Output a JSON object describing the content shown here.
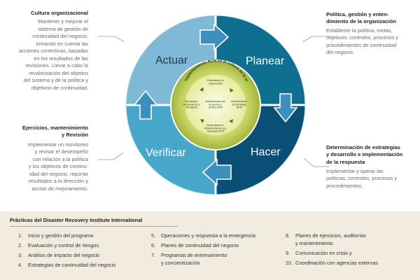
{
  "left_blocks": [
    {
      "title": "Cultura organizacional",
      "lines": [
        "Mantener y mejorar el",
        "sistema de gestión de",
        "continuidad del negocio,",
        "tomando en cuenta las",
        "acciones correctivas, basadas",
        "en los resultados de las",
        "revisiones. Llevar a cabo la",
        "revalorización del objetivo",
        "del sistema y de la política y",
        "objetivos de continuidad."
      ]
    },
    {
      "title_lines": [
        "Ejercicios, mantenimiento",
        "y Revisión"
      ],
      "lines": [
        "Implementar un monitoreo",
        "y revisar el desempeño",
        "con relación a la política",
        "y los objetivos de continu-",
        "idad del negocio, reportar",
        "resultados a la dirección y",
        "acción de mejoramiento."
      ]
    }
  ],
  "right_blocks": [
    {
      "title_lines": [
        "Política, gestión y enten-",
        "dimiento de la organización"
      ],
      "lines": [
        "Establecer la política, metas,",
        "objetivos, controles, procesos y",
        "procedimientos de continuidad",
        "del negocio."
      ]
    },
    {
      "title_lines": [
        "Determinación de estrategias",
        "y desarrollo e implementación",
        "de la respuesta"
      ],
      "lines": [
        "Implementar y operar las",
        "políticas, controles, procesos y",
        "procedimientos."
      ]
    }
  ],
  "cycle": {
    "quadrants": [
      "Actuar",
      "Planear",
      "Hacer",
      "Verificar"
    ],
    "inner_arc_text": "Implementando BCM en la cultura de la organización",
    "inner_labels": {
      "top": [
        "Entendiendo la",
        "organización"
      ],
      "left": [
        "Ejercitando,",
        "Manteniendo y",
        "Revisando"
      ],
      "center": [
        "Administrando del",
        "programa y",
        "política BCM"
      ],
      "right": [
        "Determinando",
        "la estrategia",
        "BCM"
      ],
      "bottom": [
        "Desarrollando e",
        "implementando una",
        "respuesta BCM"
      ]
    },
    "colors": {
      "actuar": "#7fb9d6",
      "planear": "#0e6f90",
      "hacer": "#0a4f76",
      "verificar": "#46a7cb",
      "inner_green": "#b9c94a",
      "arrow": "#3d8fc0"
    }
  },
  "practices": {
    "title": "Prácticas del Disaster Recovery Institute International",
    "columns": [
      [
        {
          "n": "1.",
          "t": [
            "Inicio y gestión del programa"
          ]
        },
        {
          "n": "2.",
          "t": [
            "Evaluación y control de riesgos"
          ]
        },
        {
          "n": "3.",
          "t": [
            "Análisis de impacto del negocio"
          ]
        },
        {
          "n": "4.",
          "t": [
            "Estrategias de continuidad del negocio"
          ]
        }
      ],
      [
        {
          "n": "5.",
          "t": [
            "Operaciones y respuesta a la emergencia"
          ]
        },
        {
          "n": "6.",
          "t": [
            "Planes de continuidad del negocio"
          ]
        },
        {
          "n": "7.",
          "t": [
            "Programas de entrenamiento",
            "y concientización"
          ]
        }
      ],
      [
        {
          "n": "8.",
          "t": [
            "Planes de ejercicios, auditorías",
            "y mantenimiento"
          ]
        },
        {
          "n": "9.",
          "t": [
            "Comunicación en crisis y"
          ]
        },
        {
          "n": "10.",
          "t": [
            "Coordinación con agencias externas"
          ]
        }
      ]
    ]
  }
}
